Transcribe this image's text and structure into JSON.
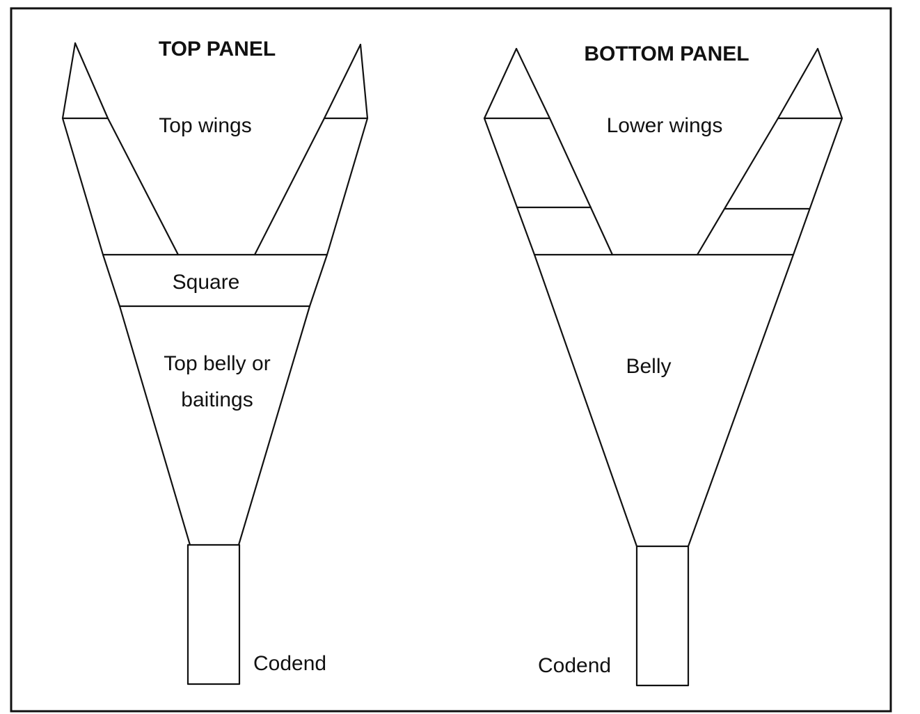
{
  "top_panel": {
    "title": "TOP PANEL",
    "wings_label": "Top wings",
    "square_label": "Square",
    "belly_label_line1": "Top belly or",
    "belly_label_line2": "baitings",
    "codend_label": "Codend"
  },
  "bottom_panel": {
    "title": "BOTTOM PANEL",
    "wings_label": "Lower wings",
    "belly_label": "Belly",
    "codend_label": "Codend"
  },
  "colors": {
    "ink": "#111111",
    "paper": "#ffffff"
  }
}
